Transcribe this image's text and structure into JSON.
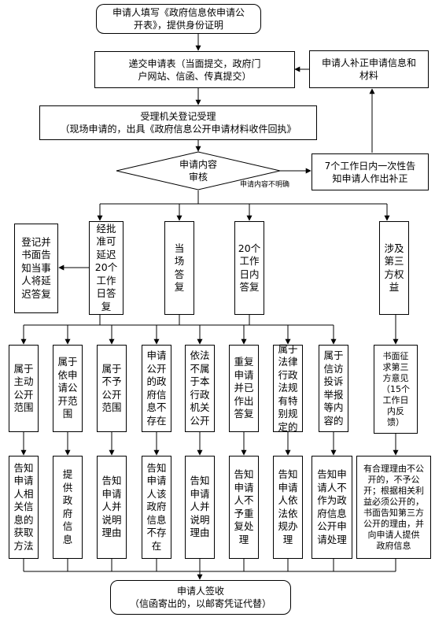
{
  "flowchart": {
    "start": "申请人填写《政府信息依申请公\n开表》，提供身份证明",
    "submit": "递交申请表（当面提交，政府门\n户网站、信函、传真提交）",
    "supplement": "申请人补正申请信息和\n材料",
    "register": "受理机关登记受理\n（现场申请的，出具《政府信息公开申请材料收件回执》",
    "review": "申请内容\n审核",
    "notify_correction": "7个工作日内一次性告\n知申请人作出补正",
    "unclear_label": "申请内容不明确",
    "branches": {
      "extended_notice": "登记并\n书面告\n知当事\n人将延\n迟答复",
      "extended": "经批\n准可\n延迟\n20个\n工作\n日答\n复",
      "onsite": "当\n场\n答\n复",
      "twenty_days": "20个\n工作\n日内\n答复",
      "third_party": "涉及\n第三\n方权\n益"
    },
    "categories": [
      "属于\n主动\n公开\n范围",
      "属于\n依申\n请公\n开范\n围",
      "属于\n不予\n公开\n范围",
      "申请\n公开\n的政\n府信\n息不\n存在",
      "依法\n不属\n于本\n行政\n机关\n公开",
      "重复\n申请\n并已\n作出\n答复",
      "属于\n法律\n行政\n法规\n有特\n别规\n定的",
      "属于\n信访\n投诉\n举报\n等内\n容的"
    ],
    "outcomes": [
      "告知\n申请\n人相\n关信\n息的\n获取\n方法",
      "提\n供\n政\n府\n信\n息",
      "告知\n申请\n人并\n说明\n理由",
      "告知\n申请\n人该\n政府\n信息\n不存\n在",
      "告知\n申请\n人并\n说明\n理由",
      "告知\n申请\n人不\n予重\n复处\n理",
      "告知\n申请\n人依\n法依\n规办\n理",
      "告知申\n请人不\n作为政\n府信息\n公开申\n请处理"
    ],
    "third_party_opinion": "书面征\n求第三\n方意见\n（15个\n工作日\n内反\n馈）",
    "third_party_result": "有合理理由不公\n开的，不予公\n开；根据相关利\n益必须公开的，\n书面告知第三方\n公开的理由，并\n向申请人提供\n政府信息",
    "end": "申请人签收\n（信函寄出的，以邮寄凭证代替）"
  }
}
